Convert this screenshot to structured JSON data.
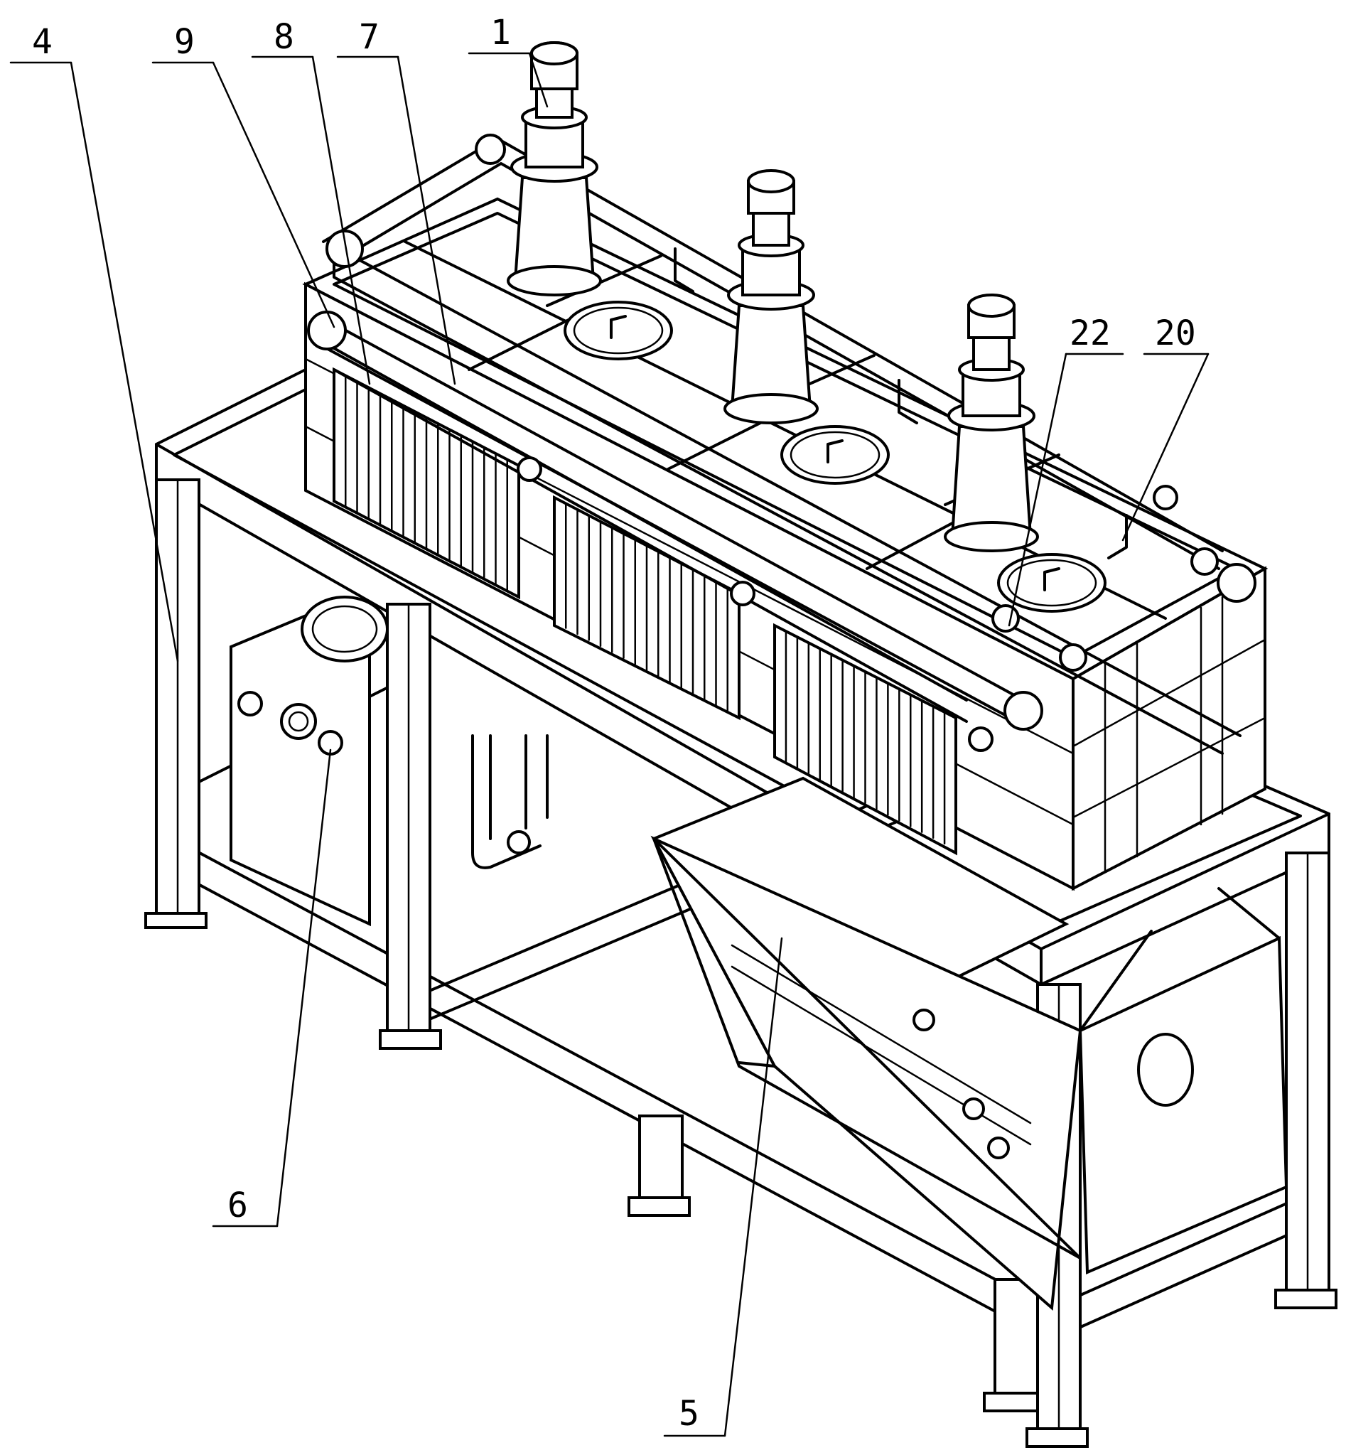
{
  "labels": {
    "l1": "1",
    "l4": "4",
    "l5": "5",
    "l6": "6",
    "l7": "7",
    "l8": "8",
    "l9": "9",
    "l20": "20",
    "l22": "22"
  }
}
